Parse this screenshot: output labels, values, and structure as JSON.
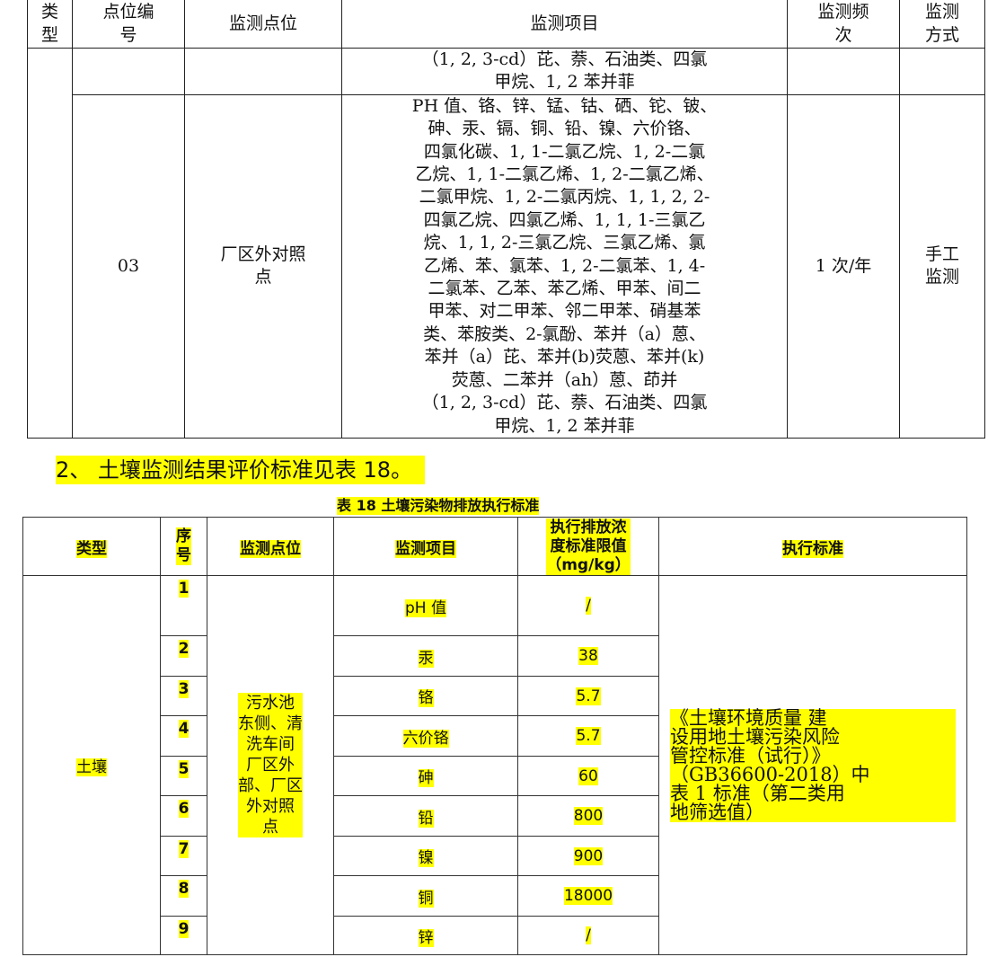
{
  "table1": {
    "headers": {
      "type": [
        "类",
        "型"
      ],
      "code": [
        "点位编",
        "号"
      ],
      "location": "监测点位",
      "items": "监测项目",
      "frequency": [
        "监测频",
        "次"
      ],
      "method": [
        "监测",
        "方式"
      ]
    },
    "continuation_row": {
      "items": [
        "（1, 2, 3-cd）芘、萘、石油类、四氯",
        "甲烷、1, 2 苯并菲"
      ]
    },
    "row": {
      "code": "03",
      "location": [
        "厂区外对照",
        "点"
      ],
      "items": [
        "PH 值、铬、锌、锰、钴、硒、铊、铍、",
        "砷、汞、镉、铜、铅、镍、六价铬、",
        "四氯化碳、1, 1-二氯乙烷、1, 2-二氯",
        "乙烷、1, 1-二氯乙烯、1, 2-二氯乙烯、",
        "二氯甲烷、1, 2-二氯丙烷、1, 1, 2, 2-",
        "四氯乙烷、四氯乙烯、1, 1, 1-三氯乙",
        "烷、1, 1, 2-三氯乙烷、三氯乙烯、氯",
        "乙烯、苯、氯苯、1, 2-二氯苯、1, 4-",
        "二氯苯、乙苯、苯乙烯、甲苯、间二",
        "甲苯、对二甲苯、邻二甲苯、硝基苯",
        "类、苯胺类、2-氯酚、苯并（a）蒽、",
        "苯并（a）芘、苯并(b)荧蒽、苯并(k)",
        "荧蒽、二苯并（ah）蒽、茚并",
        "（1, 2, 3-cd）芘、萘、石油类、四氯",
        "甲烷、1, 2 苯并菲"
      ],
      "frequency": "1 次/年",
      "method": [
        "手工",
        "监测"
      ]
    }
  },
  "heading": "2、 土壤监测结果评价标准见表 18。",
  "table2": {
    "caption": "表 18 土壤污染物排放执行标准",
    "headers": {
      "type": "类型",
      "seq": [
        "序",
        "号"
      ],
      "location": "监测点位",
      "item": "监测项目",
      "limit": [
        "执行排放浓",
        "度标准限值",
        "（mg/kg）"
      ],
      "standard": "执行标准"
    },
    "type": "土壤",
    "location": [
      "污水池",
      "东侧、清",
      "洗车间",
      "厂区外",
      "部、厂区",
      "外对照",
      "点"
    ],
    "standard": [
      "《土壤环境质量  建",
      "设用地土壤污染风险",
      "管控标准（试行）》",
      "（GB36600-2018）中",
      "表 1 标准（第二类用",
      "地筛选值）"
    ],
    "rows": [
      {
        "seq": "1",
        "item": "pH 值",
        "limit": "/"
      },
      {
        "seq": "2",
        "item": "汞",
        "limit": "38"
      },
      {
        "seq": "3",
        "item": "铬",
        "limit": "5.7"
      },
      {
        "seq": "4",
        "item": "六价铬",
        "limit": "5.7"
      },
      {
        "seq": "5",
        "item": "砷",
        "limit": "60"
      },
      {
        "seq": "6",
        "item": "铅",
        "limit": "800"
      },
      {
        "seq": "7",
        "item": "镍",
        "limit": "900"
      },
      {
        "seq": "8",
        "item": "铜",
        "limit": "18000"
      },
      {
        "seq": "9",
        "item": "锌",
        "limit": "/"
      }
    ]
  }
}
